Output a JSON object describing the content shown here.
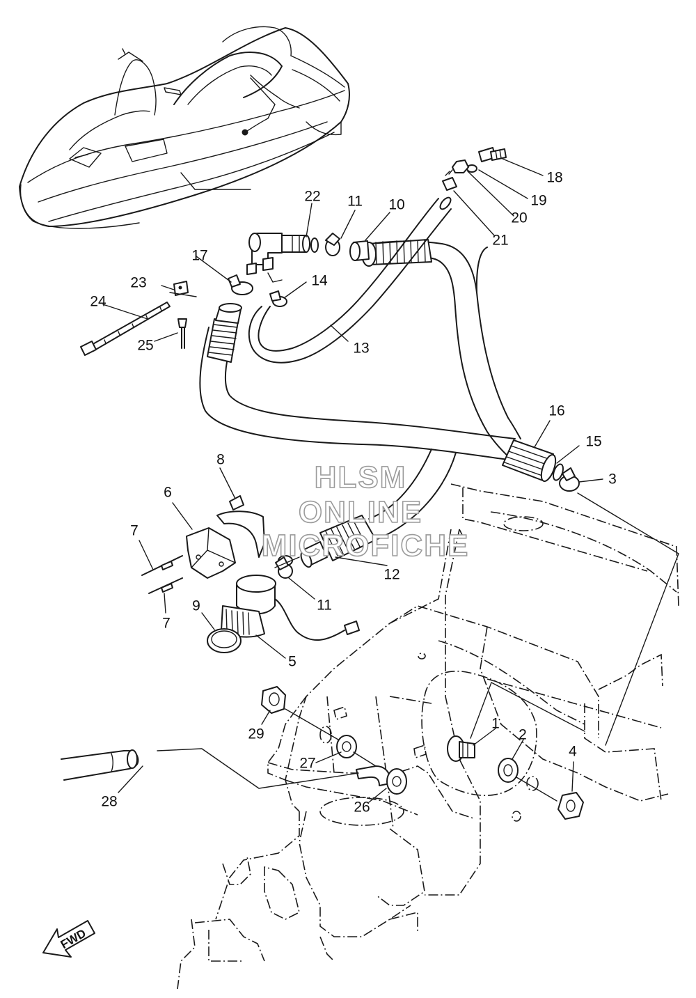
{
  "watermark": {
    "line1": "HLSM",
    "line2": "ONLINE",
    "line3": "MICROFICHE"
  },
  "direction_marker": {
    "label": "FWD"
  },
  "callouts": [
    "1",
    "2",
    "3",
    "4",
    "5",
    "6",
    "7",
    "7",
    "8",
    "9",
    "10",
    "11",
    "11",
    "12",
    "13",
    "14",
    "15",
    "16",
    "17",
    "18",
    "19",
    "20",
    "21",
    "22",
    "23",
    "24",
    "25",
    "26",
    "27",
    "28",
    "29"
  ],
  "colors": {
    "line": "#1a1a1a",
    "background": "#ffffff",
    "watermark_outline": "#9b9b9b"
  }
}
